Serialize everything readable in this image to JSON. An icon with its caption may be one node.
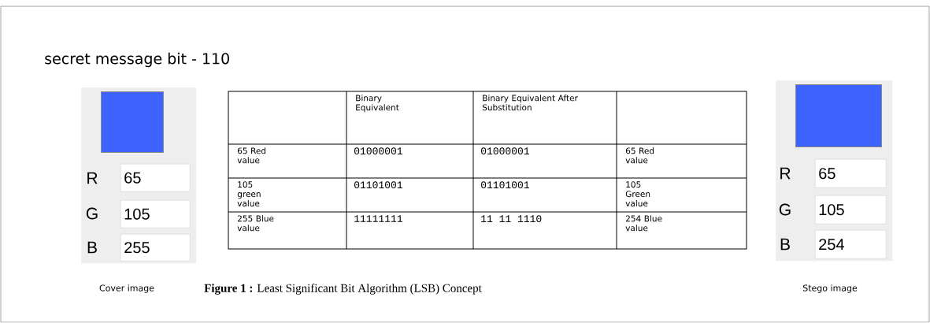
{
  "diagram": {
    "title": "secret message bit - 110",
    "caption": "**Figure 1 :** Least Significant Bit Algorithm (LSB) Concept",
    "nodes": [
      {
        "text": [],
        "shape": "box",
        "beside": [
          "Cover image"
        ]
      },
      {
        "text": [],
        "shape": "box",
        "in": 0
      },
      {
        "text": [
          "65"
        ],
        "in": 0
      },
      {
        "text": [
          "105"
        ],
        "in": 0
      },
      {
        "text": [
          "255"
        ],
        "in": 0
      },
      {
        "text": [],
        "shape": "box",
        "beside": [
          "Stego image"
        ]
      },
      {
        "text": [],
        "shape": "box",
        "in": 5
      },
      {
        "text": [
          "65"
        ],
        "in": 5
      },
      {
        "text": [
          "105"
        ],
        "in": 5
      },
      {
        "text": [
          "254"
        ],
        "in": 5
      }
    ],
    "edges": [],
    "labels": [
      "R",
      "G",
      "B",
      "Binary Equivalent",
      "Binary Equivalent After Substitution",
      "65 Red value",
      "01000001",
      "01000001",
      "65 Red value",
      "105 green value",
      "01101001",
      "01101001",
      "105 Green value",
      "255 Blue value",
      "11111111",
      "11 11 1110",
      "254 Blue value",
      "R",
      "G",
      "B"
    ]
  }
}
